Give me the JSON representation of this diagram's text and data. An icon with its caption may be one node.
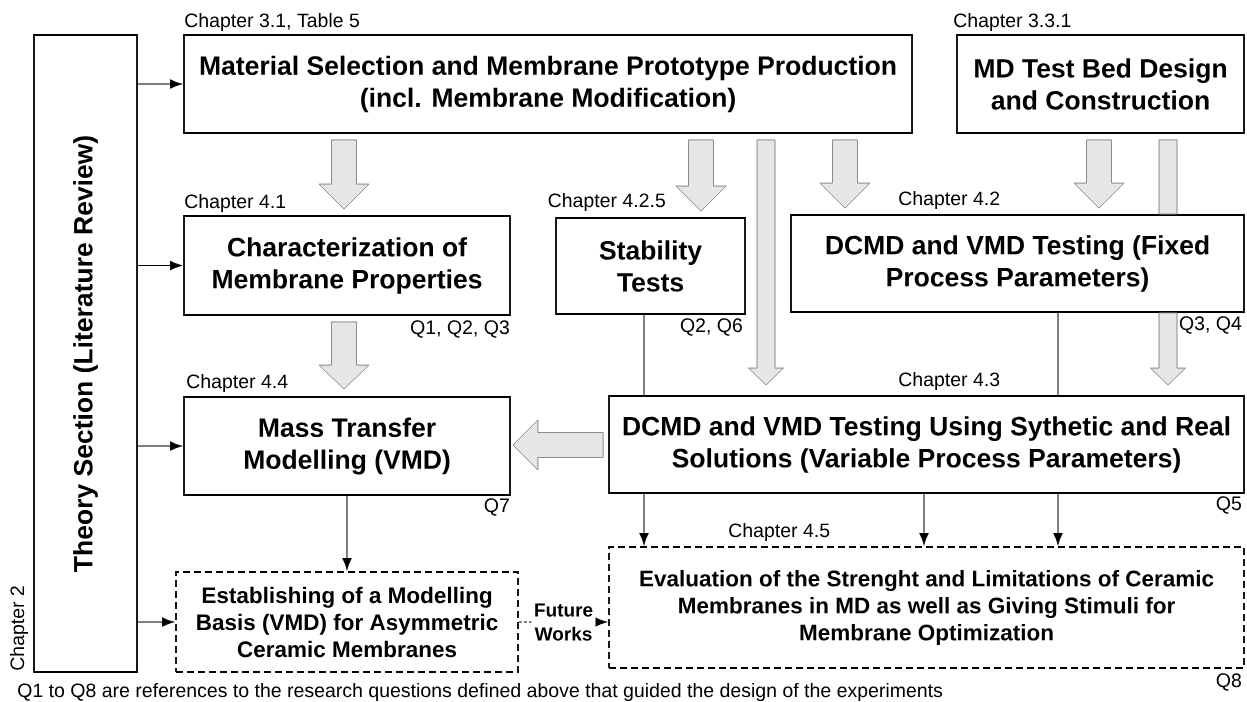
{
  "diagram": {
    "caption": "Q1 to Q8 are references to the research questions defined above that guided the design of the experiments",
    "nodes": [
      {
        "text": [
          "Theory Section (Literature Review)"
        ],
        "beside": [
          "Chapter 2"
        ]
      },
      {
        "text": [
          "Material Selection and Membrane Prototype Production (incl. Membrane Modification)"
        ],
        "beside": [
          "Chapter 3.1, Table 5"
        ]
      },
      {
        "text": [
          "MD Test Bed Design and Construction"
        ],
        "beside": [
          "Chapter 3.3.1"
        ]
      },
      {
        "text": [
          "Characterization of Membrane Properties"
        ],
        "beside": [
          "Chapter 4.1",
          "Q1, Q2, Q3"
        ]
      },
      {
        "text": [
          "Stability Tests"
        ],
        "beside": [
          "Chapter 4.2.5",
          "Q2, Q6"
        ]
      },
      {
        "text": [
          "DCMD and VMD Testing (Fixed Process Parameters)"
        ],
        "beside": [
          "Chapter 4.2",
          "Q3, Q4"
        ]
      },
      {
        "text": [
          "Mass Transfer Modelling (VMD)"
        ],
        "beside": [
          "Chapter 4.4",
          "Q7"
        ]
      },
      {
        "text": [
          "DCMD and VMD Testing Using Sythetic and Real Solutions (Variable Process Parameters)"
        ],
        "beside": [
          "Chapter 4.3",
          "Q5"
        ]
      },
      {
        "text": [
          "Establishing of a Modelling Basis (VMD) for Asymmetric Ceramic Membranes"
        ]
      },
      {
        "text": [
          "Evaluation of the Strenght and Limitations of Ceramic Membranes in MD as well as Giving Stimuli for Membrane Optimization"
        ],
        "beside": [
          "Chapter 4.5",
          "Q8"
        ]
      }
    ],
    "edges": [
      {
        "from": 0,
        "to": 1,
        "arrow": "to"
      },
      {
        "from": 0,
        "to": 3,
        "arrow": "to"
      },
      {
        "from": 0,
        "to": 6,
        "arrow": "to"
      },
      {
        "from": 0,
        "to": 8,
        "arrow": "to"
      },
      {
        "from": 1,
        "to": 3,
        "arrow": "to",
        "style": "thick",
        "color": "#e6e6e6"
      },
      {
        "from": 1,
        "to": 4,
        "arrow": "to",
        "style": "thick",
        "color": "#e6e6e6"
      },
      {
        "from": 1,
        "to": 7,
        "arrow": "to",
        "style": "thick",
        "color": "#e6e6e6"
      },
      {
        "from": 1,
        "to": 5,
        "arrow": "to",
        "style": "thick",
        "color": "#e6e6e6"
      },
      {
        "from": 2,
        "to": 5,
        "arrow": "to",
        "style": "thick",
        "color": "#e6e6e6"
      },
      {
        "from": 2,
        "to": 5,
        "arrow": "none",
        "style": "thick",
        "color": "#e6e6e6"
      },
      {
        "from": 3,
        "to": 6,
        "arrow": "to",
        "style": "thick",
        "color": "#e6e6e6"
      },
      {
        "from": 7,
        "to": 6,
        "arrow": "to",
        "style": "thick",
        "color": "#e6e6e6"
      },
      {
        "from": 6,
        "to": 8,
        "arrow": "to"
      },
      {
        "from": 4,
        "to": 7,
        "arrow": "none"
      },
      {
        "from": 5,
        "to": 7,
        "arrow": "none"
      },
      {
        "from": 7,
        "to": 9,
        "arrow": "to"
      },
      {
        "from": 7,
        "to": 9,
        "arrow": "to"
      },
      {
        "from": 7,
        "to": 9,
        "arrow": "to"
      },
      {
        "from": 8,
        "to": 9,
        "arrow": "to",
        "style": "dashed",
        "label": "Future Works"
      },
      {
        "from": 5,
        "to": 7,
        "arrow": "to",
        "style": "thick",
        "color": "#e6e6e6"
      }
    ]
  }
}
